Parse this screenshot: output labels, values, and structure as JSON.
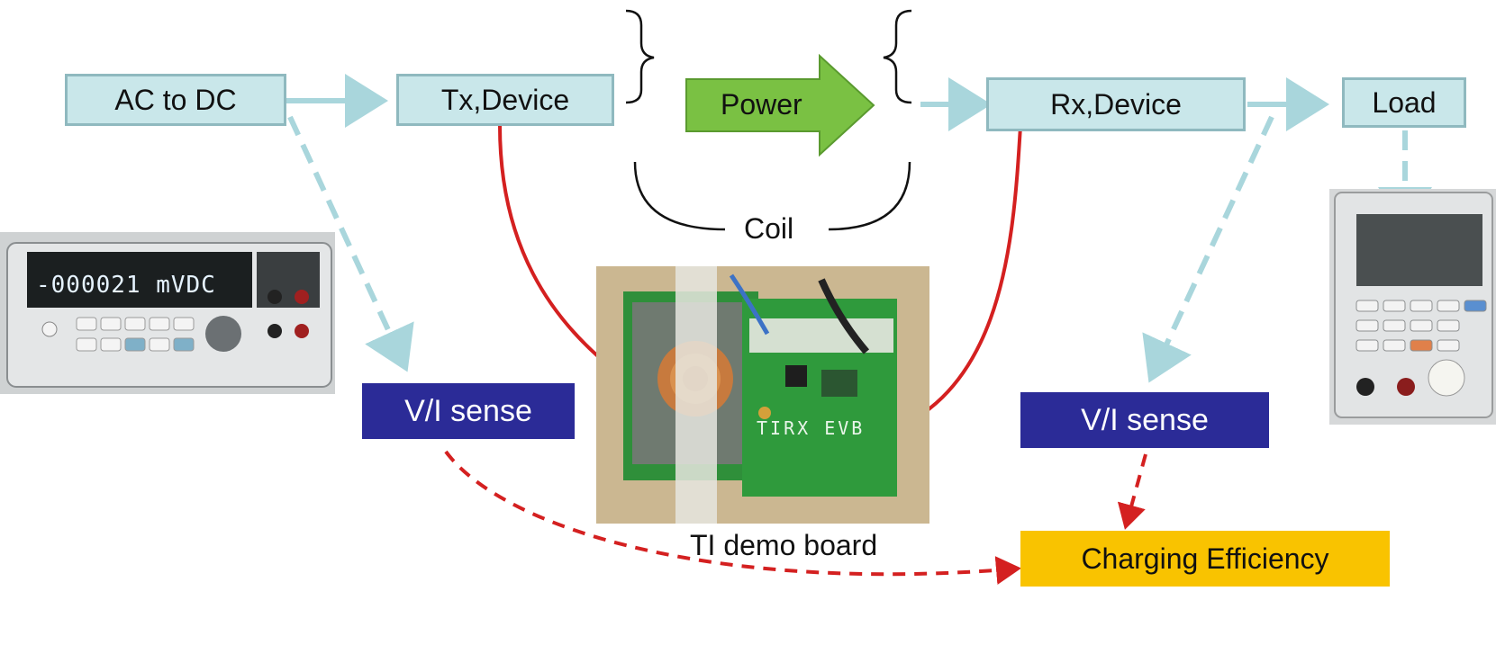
{
  "blocks": {
    "ac_to_dc": "AC to DC",
    "tx_device": "Tx,Device",
    "power": "Power",
    "rx_device": "Rx,Device",
    "load": "Load"
  },
  "labels": {
    "coil": "Coil",
    "ti_demo_board": "TI demo board"
  },
  "sense": {
    "left": "V/I sense",
    "right": "V/I sense"
  },
  "result": "Charging Efficiency",
  "meter_display": "-000021 mVDC",
  "board_silkscreen": "TIRX EVB",
  "colors": {
    "block_fill": "#c9e7ea",
    "block_border": "#8fb9bf",
    "power_arrow": "#7ac143",
    "sense_fill": "#2b2b97",
    "efficiency_fill": "#f9c300",
    "signal_red": "#d42020",
    "flow_arrow": "#a9d6dc"
  }
}
